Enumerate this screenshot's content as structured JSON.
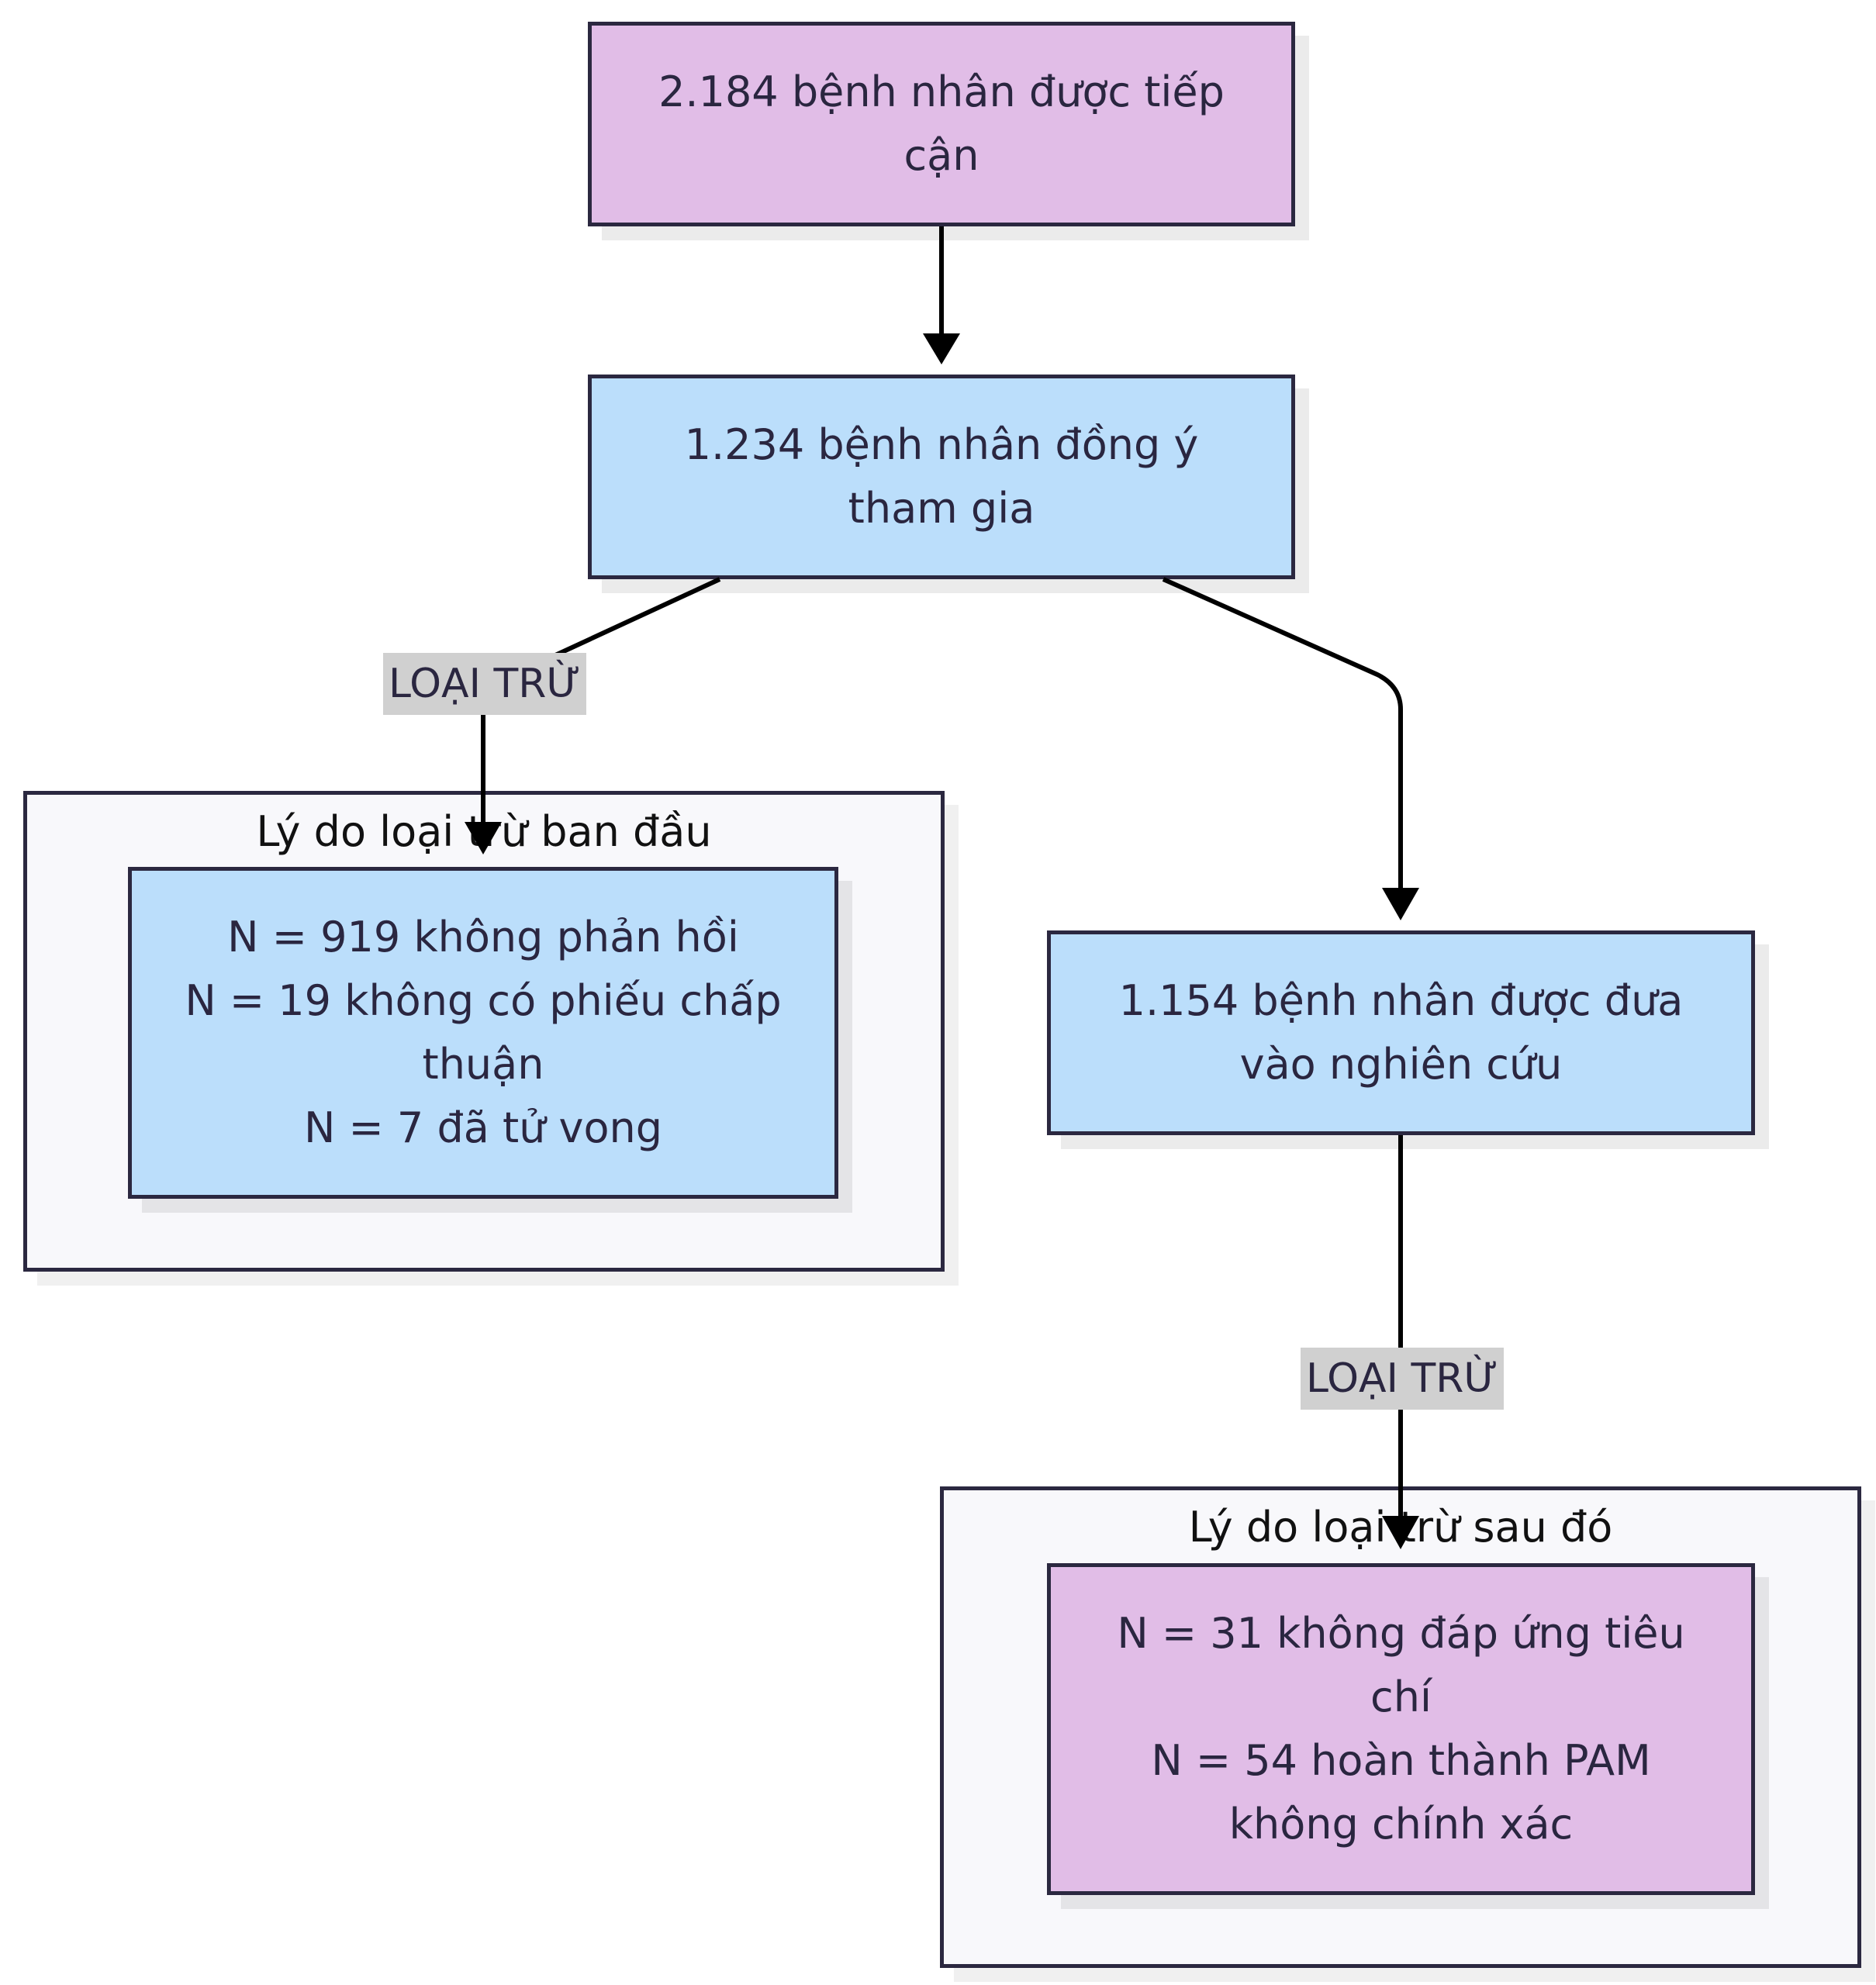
{
  "nodes": {
    "approached": {
      "lines": [
        "2.184 bệnh nhân được tiếp",
        "cận"
      ]
    },
    "consented": {
      "lines": [
        "1.234 bệnh nhân đồng ý",
        "tham gia"
      ]
    },
    "initial_exclusions": {
      "lines": [
        "N = 919 không phản hồi",
        "N = 19 không có phiếu chấp",
        "thuận",
        "N = 7 đã tử vong"
      ]
    },
    "enrolled": {
      "lines": [
        "1.154 bệnh nhân được đưa",
        "vào nghiên cứu"
      ]
    },
    "later_exclusions": {
      "lines": [
        "N = 31 không đáp ứng tiêu",
        "chí",
        "N = 54 hoàn thành PAM",
        "không chính xác"
      ]
    }
  },
  "groups": {
    "initial": {
      "title": "Lý do loại trừ ban đầu"
    },
    "later": {
      "title": "Lý do loại trừ sau đó"
    }
  },
  "edges": {
    "exclude_label_1": "LOẠI TRỪ",
    "exclude_label_2": "LOẠI TRỪ"
  },
  "colors": {
    "pink_fill": "#e1bde7",
    "blue_fill": "#bbdefb",
    "border": "#2b2840",
    "group_fill": "#f8f8fb",
    "label_fill": "#d0d0d0"
  }
}
